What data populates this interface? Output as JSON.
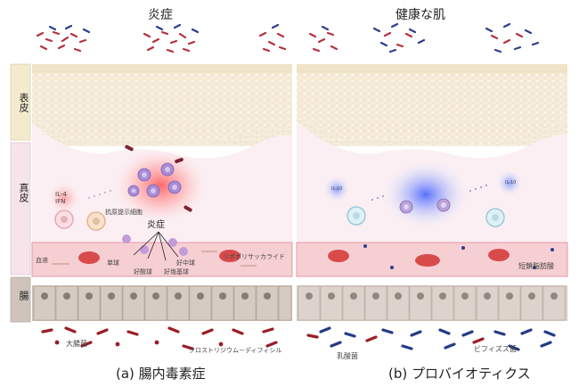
{
  "titles": {
    "left": "炎症",
    "right": "健康な肌"
  },
  "side_labels": {
    "epidermis": "表皮",
    "dermis": "真皮",
    "gut": "腸"
  },
  "left_panel": {
    "cytokines": "IL-4\nIFN",
    "apc": "抗原提示細胞",
    "inflammation": "炎症",
    "blood": "血液",
    "monocyte": "単球",
    "eosinophil": "好酸球",
    "neutrophil": "好中球",
    "basophil": "好塩基球",
    "lps": "リポポリサッカライド",
    "bacteria_large": "大腸菌",
    "clostridium": "クロストリジウム－ディフィシル",
    "caption": "(a) 腸内毒素症"
  },
  "right_panel": {
    "il10_a": "IL-10",
    "il10_b": "IL-10",
    "scfa": "短鎖脂肪酸",
    "lactobacillus": "乳酸菌",
    "bifido": "ビフィズス菌",
    "caption": "(b) プロバイオティクス"
  },
  "colors": {
    "skin_top": "#f3ecd9",
    "dermis": "#f9eef2",
    "vessel": "#f7d3d3",
    "rbc": "#d94b4b",
    "gut_cell": "#cfc3bb",
    "inflam_glow": "#ff4b4b",
    "healthy_glow": "#4a6cff",
    "bacteria_red": "#9a1e25",
    "bacteria_blue": "#243b86"
  }
}
